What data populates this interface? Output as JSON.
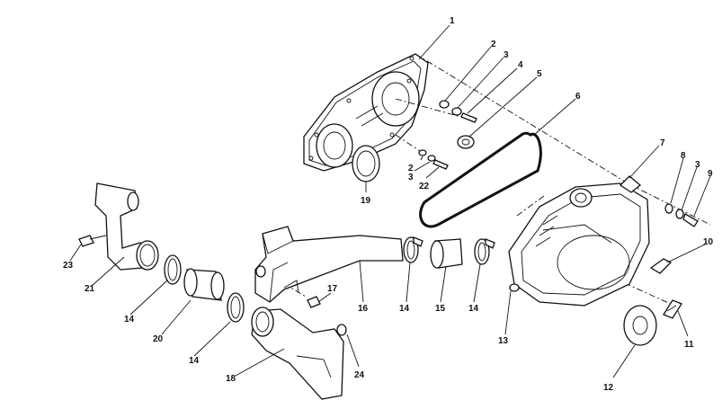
{
  "labels": {
    "p1": "1",
    "p2a": "2",
    "p3a": "3",
    "p4": "4",
    "p5": "5",
    "p6": "6",
    "p7": "7",
    "p8": "8",
    "p3b": "3",
    "p9": "9",
    "p10": "10",
    "p11": "11",
    "p12": "12",
    "p13": "13",
    "p14a": "14",
    "p15": "15",
    "p14b": "14",
    "p16": "16",
    "p17": "17",
    "p2b": "2",
    "p3c": "3",
    "p22": "22",
    "p19": "19",
    "p23": "23",
    "p21": "21",
    "p14c": "14",
    "p20": "20",
    "p14d": "14",
    "p18": "18",
    "p24": "24"
  }
}
